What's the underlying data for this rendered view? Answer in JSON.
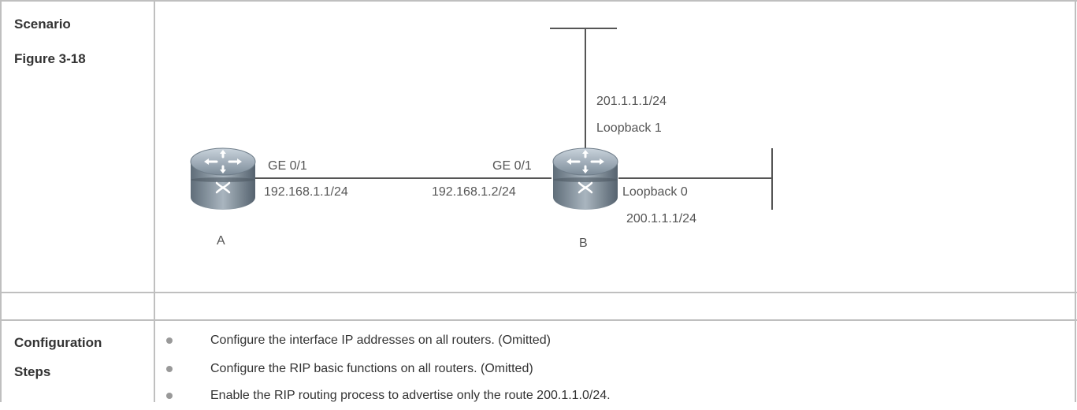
{
  "scenario_label": "Scenario",
  "figure_label": "Figure 3-18",
  "diagram": {
    "router_a": {
      "name": "A",
      "interface": "GE 0/1",
      "ip": "192.168.1.1/24"
    },
    "router_b": {
      "name": "B",
      "interface": "GE 0/1",
      "ip": "192.168.1.2/24",
      "loopback1_ip": "201.1.1.1/24",
      "loopback1_name": "Loopback 1",
      "loopback0_name": "Loopback 0",
      "loopback0_ip": "200.1.1.1/24"
    }
  },
  "config": {
    "label_line1": "Configuration",
    "label_line2": "Steps",
    "steps": [
      "Configure the interface IP addresses on all routers. (Omitted)",
      "Configure the RIP basic functions on all routers. (Omitted)",
      "Enable the RIP routing process to advertise only the route 200.1.1.0/24."
    ]
  }
}
